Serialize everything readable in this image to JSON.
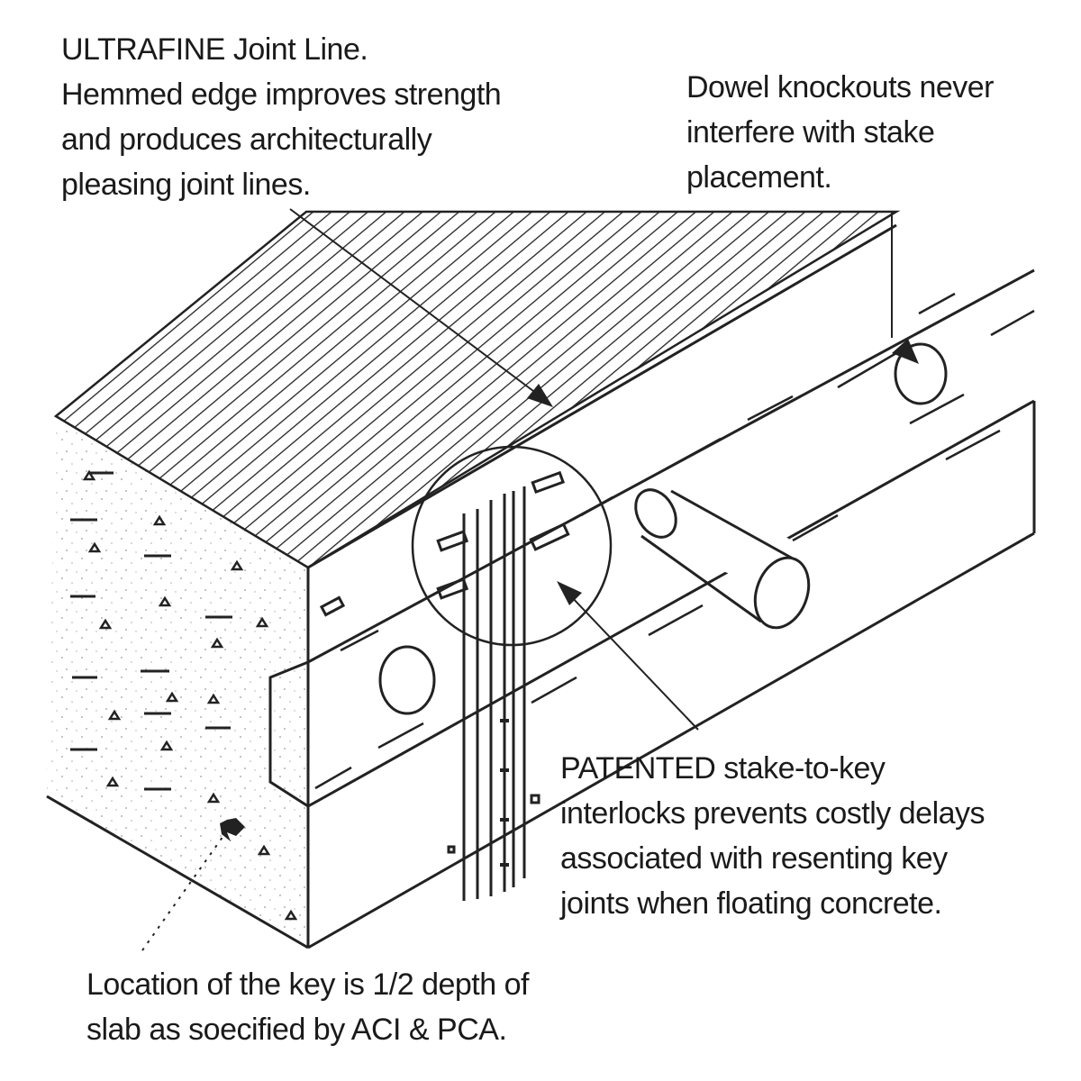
{
  "annotations": {
    "joint_line": {
      "lines": [
        "ULTRAFINE Joint Line.",
        "Hemmed edge improves strength",
        "and produces architecturally",
        "pleasing joint lines."
      ]
    },
    "dowel_knockouts": {
      "lines": [
        "Dowel knockouts never",
        "interfere with stake",
        "placement."
      ]
    },
    "stake_to_key": {
      "lines": [
        "PATENTED stake-to-key",
        "interlocks prevents costly delays",
        "associated with resenting key",
        "joints when floating concrete."
      ]
    },
    "key_location": {
      "lines": [
        "Location of the key is 1/2 depth of",
        "slab as soecified by ACI & PCA."
      ]
    }
  }
}
